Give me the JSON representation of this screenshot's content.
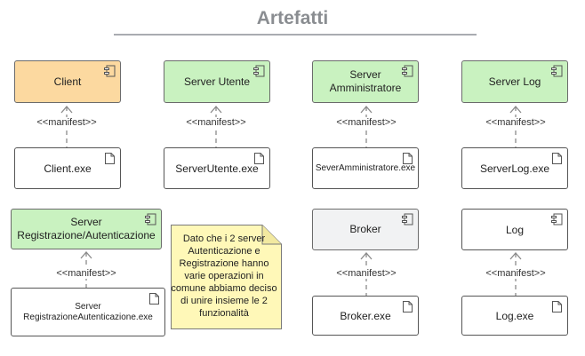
{
  "title": "Artefatti",
  "stereotype": "<<manifest>>",
  "colors": {
    "client": "#fcd9a0",
    "server": "#c9f2c0",
    "broker": "#f1f2f3",
    "log": "#ffffff",
    "note": "#fff8b8"
  },
  "components": {
    "client": "Client",
    "server_utente": "Server Utente",
    "server_admin": "Server Amministratore",
    "server_log": "Server Log",
    "server_reg": "Server Registrazione/Autenticazione",
    "broker": "Broker",
    "log": "Log"
  },
  "artifacts": {
    "client": "Client.exe",
    "server_utente": "ServerUtente.exe",
    "server_admin": "SeverAmministratore.exe",
    "server_log": "ServerLog.exe",
    "server_reg": "Server RegistrazioneAutenticazione.exe",
    "broker": "Broker.exe",
    "log": "Log.exe"
  },
  "note": "Dato che i 2 server Autenticazione e Registrazione hanno varie operazioni in comune abbiamo deciso di unire insieme le 2 funzionalità",
  "icons": {
    "component": "component-icon",
    "artifact": "document-icon"
  }
}
